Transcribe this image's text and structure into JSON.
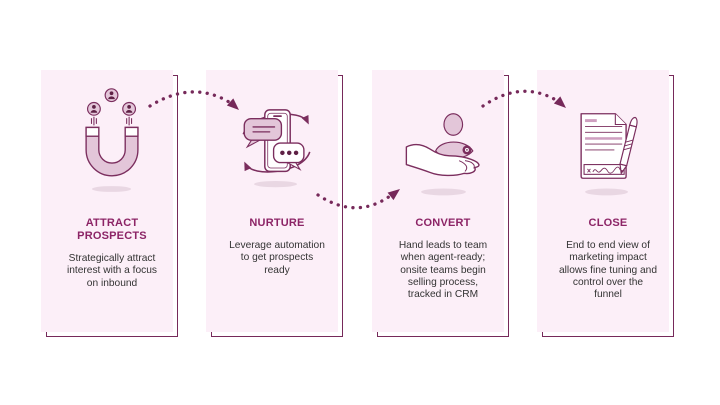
{
  "diagram": {
    "name": "marketing-funnel-process",
    "stage_count": 4
  },
  "palette": {
    "card_background": "#fceff8",
    "card_border": "#76295a",
    "icon_outline": "#7b2e5e",
    "icon_fill": "#e3c6d9",
    "title_color": "#8c2466",
    "body_color": "#333333",
    "arrow_color": "#76295a",
    "shadow_color": "#e9d7e3",
    "page_background": "#ffffff"
  },
  "stages": [
    {
      "id": "attract",
      "title": "ATTRACT\nPROSPECTS",
      "description": "Strategically attract\ninterest with a focus\non inbound",
      "icon": "magnet-icon"
    },
    {
      "id": "nurture",
      "title": "NURTURE",
      "description": "Leverage automation\nto get prospects\nready",
      "icon": "phone-chat-automation-icon"
    },
    {
      "id": "convert",
      "title": "CONVERT",
      "description": "Hand leads to team\nwhen agent-ready;\nonsite teams begin\nselling process,\ntracked in CRM",
      "icon": "hand-holding-lead-icon"
    },
    {
      "id": "close",
      "title": "CLOSE",
      "description": "End to end view of\nmarketing impact\nallows fine tuning and\ncontrol over the\nfunnel",
      "icon": "contract-pen-icon"
    }
  ],
  "connectors": [
    {
      "from": "attract",
      "to": "nurture",
      "style": "dotted-arc-over"
    },
    {
      "from": "nurture",
      "to": "convert",
      "style": "dotted-arc-under"
    },
    {
      "from": "convert",
      "to": "close",
      "style": "dotted-arc-over"
    }
  ]
}
